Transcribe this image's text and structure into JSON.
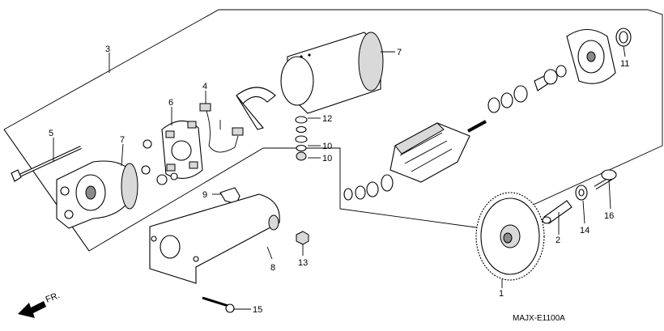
{
  "diagram": {
    "part_code": "MAJX-E1100A",
    "front_label": "FR.",
    "callouts": [
      "3",
      "4",
      "6",
      "5",
      "7",
      "7",
      "12",
      "10",
      "10",
      "9",
      "8",
      "13",
      "15",
      "11",
      "2",
      "14",
      "16",
      "1"
    ]
  }
}
